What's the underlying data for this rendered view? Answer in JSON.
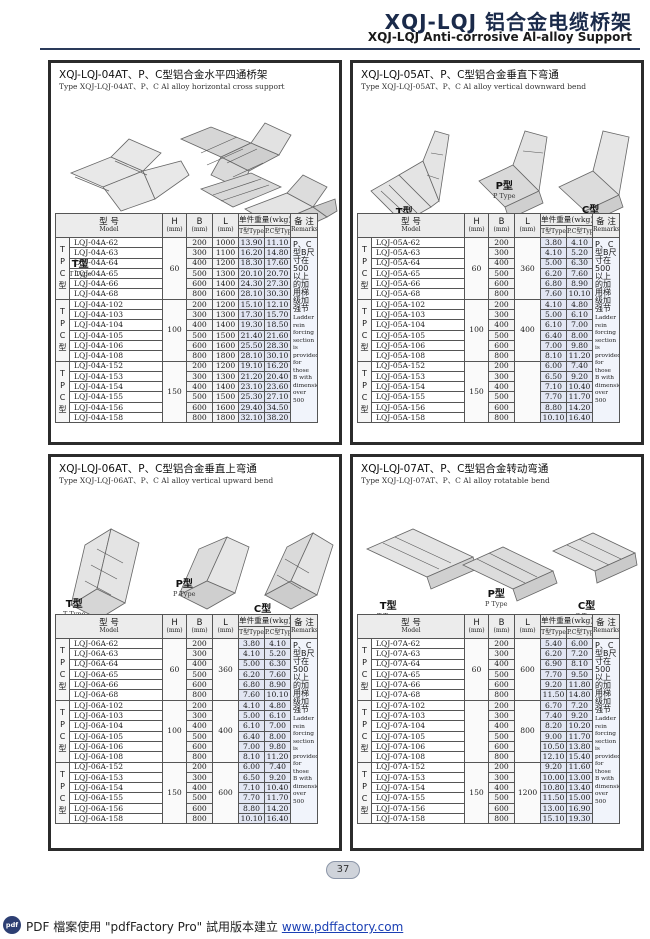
{
  "header": {
    "title_cn": "XQJ-LQJ 铝合金电缆桥架",
    "title_en": "XQJ-LQJ Anti-corrosive Al-alloy Support"
  },
  "columns": {
    "model_cn": "型 号",
    "model_en": "Model",
    "h_cn": "H",
    "h_en": "(mm)",
    "b_cn": "B",
    "b_en": "(mm)",
    "l_cn": "L",
    "l_en": "(mm)",
    "weight_cn": "单件重量(wkg)",
    "t_type": "T型Type",
    "pc_type": "P.C型Type",
    "remarks_cn": "备 注",
    "remarks_en": "Remarks"
  },
  "type_labels": {
    "t_cn": "T型",
    "p_cn": "P型",
    "c_cn": "C型",
    "t_en": "T Type",
    "p_en": "P Type",
    "c_en": "C Type",
    "col_letters": [
      "T",
      "P",
      "C",
      "型"
    ]
  },
  "remarks": {
    "cn": "P、C型B尺寸在500以上的加用梯级加强节",
    "en": "Ladder rein forcing section is provided for those B with dimension over 500"
  },
  "panels": [
    {
      "title": "XQJ-LQJ-04AT、P、C型铝合金水平四通桥架",
      "subtitle": "Type XQJ-LQJ-04AT、P、C Al alloy horizontal cross support",
      "groups": [
        {
          "h": "60",
          "rows": [
            {
              "model": "LQJ-04A-62",
              "b": "200",
              "l": "1000",
              "t": "13.90",
              "pc": "11.10"
            },
            {
              "model": "LQJ-04A-63",
              "b": "300",
              "l": "1100",
              "t": "16.20",
              "pc": "14.80"
            },
            {
              "model": "LQJ-04A-64",
              "b": "400",
              "l": "1200",
              "t": "18.30",
              "pc": "17.60"
            },
            {
              "model": "LQJ-04A-65",
              "b": "500",
              "l": "1300",
              "t": "20.10",
              "pc": "20.70"
            },
            {
              "model": "LQJ-04A-66",
              "b": "600",
              "l": "1400",
              "t": "24.30",
              "pc": "27.30"
            },
            {
              "model": "LQJ-04A-68",
              "b": "800",
              "l": "1600",
              "t": "28.10",
              "pc": "30.30"
            }
          ]
        },
        {
          "h": "100",
          "rows": [
            {
              "model": "LQJ-04A-102",
              "b": "200",
              "l": "1200",
              "t": "15.10",
              "pc": "12.10"
            },
            {
              "model": "LQJ-04A-103",
              "b": "300",
              "l": "1300",
              "t": "17.30",
              "pc": "15.70"
            },
            {
              "model": "LQJ-04A-104",
              "b": "400",
              "l": "1400",
              "t": "19.30",
              "pc": "18.50"
            },
            {
              "model": "LQJ-04A-105",
              "b": "500",
              "l": "1500",
              "t": "21.40",
              "pc": "21.60"
            },
            {
              "model": "LQJ-04A-106",
              "b": "600",
              "l": "1600",
              "t": "25.50",
              "pc": "28.30"
            },
            {
              "model": "LQJ-04A-108",
              "b": "800",
              "l": "1800",
              "t": "28.10",
              "pc": "30.10"
            }
          ]
        },
        {
          "h": "150",
          "rows": [
            {
              "model": "LQJ-04A-152",
              "b": "200",
              "l": "1200",
              "t": "19.10",
              "pc": "16.20"
            },
            {
              "model": "LQJ-04A-153",
              "b": "300",
              "l": "1300",
              "t": "21.20",
              "pc": "20.40"
            },
            {
              "model": "LQJ-04A-154",
              "b": "400",
              "l": "1400",
              "t": "23.10",
              "pc": "23.60"
            },
            {
              "model": "LQJ-04A-155",
              "b": "500",
              "l": "1500",
              "t": "25.30",
              "pc": "27.10"
            },
            {
              "model": "LQJ-04A-156",
              "b": "600",
              "l": "1600",
              "t": "29.40",
              "pc": "34.50"
            },
            {
              "model": "LQJ-04A-158",
              "b": "800",
              "l": "1800",
              "t": "32.10",
              "pc": "38.20"
            }
          ]
        }
      ]
    },
    {
      "title": "XQJ-LQJ-05AT、P、C型铝合金垂直下弯通",
      "subtitle": "Type XQJ-LQJ-05AT、P、C Al alloy vertical downward bend",
      "groups": [
        {
          "h": "60",
          "l": "360",
          "rows": [
            {
              "model": "LQJ-05A-62",
              "b": "200",
              "t": "3.80",
              "pc": "4.10"
            },
            {
              "model": "LQJ-05A-63",
              "b": "300",
              "t": "4.10",
              "pc": "5.20"
            },
            {
              "model": "LQJ-05A-64",
              "b": "400",
              "t": "5.00",
              "pc": "6.30"
            },
            {
              "model": "LQJ-05A-65",
              "b": "500",
              "t": "6.20",
              "pc": "7.60"
            },
            {
              "model": "LQJ-05A-66",
              "b": "600",
              "t": "6.80",
              "pc": "8.90"
            },
            {
              "model": "LQJ-05A-68",
              "b": "800",
              "t": "7.60",
              "pc": "10.10"
            }
          ]
        },
        {
          "h": "100",
          "l": "400",
          "rows": [
            {
              "model": "LQJ-05A-102",
              "b": "200",
              "t": "4.10",
              "pc": "4.80"
            },
            {
              "model": "LQJ-05A-103",
              "b": "300",
              "t": "5.00",
              "pc": "6.10"
            },
            {
              "model": "LQJ-05A-104",
              "b": "400",
              "t": "6.10",
              "pc": "7.00"
            },
            {
              "model": "LQJ-05A-105",
              "b": "500",
              "t": "6.40",
              "pc": "8.00"
            },
            {
              "model": "LQJ-05A-106",
              "b": "600",
              "t": "7.00",
              "pc": "9.80"
            },
            {
              "model": "LQJ-05A-108",
              "b": "800",
              "t": "8.10",
              "pc": "11.20"
            }
          ]
        },
        {
          "h": "150",
          "l": "",
          "rows": [
            {
              "model": "LQJ-05A-152",
              "b": "200",
              "t": "6.00",
              "pc": "7.40"
            },
            {
              "model": "LQJ-05A-153",
              "b": "300",
              "t": "6.50",
              "pc": "9.20"
            },
            {
              "model": "LQJ-05A-154",
              "b": "400",
              "t": "7.10",
              "pc": "10.40"
            },
            {
              "model": "LQJ-05A-155",
              "b": "500",
              "t": "7.70",
              "pc": "11.70"
            },
            {
              "model": "LQJ-05A-156",
              "b": "600",
              "t": "8.80",
              "pc": "14.20"
            },
            {
              "model": "LQJ-05A-158",
              "b": "800",
              "t": "10.10",
              "pc": "16.40"
            }
          ]
        }
      ]
    },
    {
      "title": "XQJ-LQJ-06AT、P、C型铝合金垂直上弯通",
      "subtitle": "Type XQJ-LQJ-06AT、P、C Al alloy vertical upward bend",
      "groups": [
        {
          "h": "60",
          "l": "360",
          "rows": [
            {
              "model": "LQJ-06A-62",
              "b": "200",
              "t": "3.80",
              "pc": "4.10"
            },
            {
              "model": "LQJ-06A-63",
              "b": "300",
              "t": "4.10",
              "pc": "5.20"
            },
            {
              "model": "LQJ-06A-64",
              "b": "400",
              "t": "5.00",
              "pc": "6.30"
            },
            {
              "model": "LQJ-06A-65",
              "b": "500",
              "t": "6.20",
              "pc": "7.60"
            },
            {
              "model": "LQJ-06A-66",
              "b": "600",
              "t": "6.80",
              "pc": "8.90"
            },
            {
              "model": "LQJ-06A-68",
              "b": "800",
              "t": "7.60",
              "pc": "10.10"
            }
          ]
        },
        {
          "h": "100",
          "l": "400",
          "rows": [
            {
              "model": "LQJ-06A-102",
              "b": "200",
              "t": "4.10",
              "pc": "4.80"
            },
            {
              "model": "LQJ-06A-103",
              "b": "300",
              "t": "5.00",
              "pc": "6.10"
            },
            {
              "model": "LQJ-06A-104",
              "b": "400",
              "t": "6.10",
              "pc": "7.00"
            },
            {
              "model": "LQJ-06A-105",
              "b": "500",
              "t": "6.40",
              "pc": "8.00"
            },
            {
              "model": "LQJ-06A-106",
              "b": "600",
              "t": "7.00",
              "pc": "9.80"
            },
            {
              "model": "LQJ-06A-108",
              "b": "800",
              "t": "8.10",
              "pc": "11.20"
            }
          ]
        },
        {
          "h": "150",
          "l": "600",
          "rows": [
            {
              "model": "LQJ-06A-152",
              "b": "200",
              "t": "6.00",
              "pc": "7.40"
            },
            {
              "model": "LQJ-06A-153",
              "b": "300",
              "t": "6.50",
              "pc": "9.20"
            },
            {
              "model": "LQJ-06A-154",
              "b": "400",
              "t": "7.10",
              "pc": "10.40"
            },
            {
              "model": "LQJ-06A-155",
              "b": "500",
              "t": "7.70",
              "pc": "11.70"
            },
            {
              "model": "LQJ-06A-156",
              "b": "600",
              "t": "8.80",
              "pc": "14.20"
            },
            {
              "model": "LQJ-06A-158",
              "b": "800",
              "t": "10.10",
              "pc": "16.40"
            }
          ]
        }
      ]
    },
    {
      "title": "XQJ-LQJ-07AT、P、C型铝合金转动弯通",
      "subtitle": "Type XQJ-LQJ-07AT、P、C Al alloy rotatable bend",
      "groups": [
        {
          "h": "60",
          "l": "600",
          "rows": [
            {
              "model": "LQJ-07A-62",
              "b": "200",
              "t": "5.40",
              "pc": "6.00"
            },
            {
              "model": "LQJ-07A-63",
              "b": "300",
              "t": "6.20",
              "pc": "7.20"
            },
            {
              "model": "LQJ-07A-64",
              "b": "400",
              "t": "6.90",
              "pc": "8.10"
            },
            {
              "model": "LQJ-07A-65",
              "b": "500",
              "t": "7.70",
              "pc": "9.50"
            },
            {
              "model": "LQJ-07A-66",
              "b": "600",
              "t": "9.20",
              "pc": "11.80"
            },
            {
              "model": "LQJ-07A-68",
              "b": "800",
              "t": "11.50",
              "pc": "14.80"
            }
          ]
        },
        {
          "h": "",
          "l": "800",
          "rows": [
            {
              "model": "LQJ-07A-102",
              "b": "200",
              "t": "6.70",
              "pc": "7.20"
            },
            {
              "model": "LQJ-07A-103",
              "b": "300",
              "t": "7.40",
              "pc": "9.20"
            },
            {
              "model": "LQJ-07A-104",
              "b": "400",
              "t": "8.20",
              "pc": "10.20"
            },
            {
              "model": "LQJ-07A-105",
              "b": "500",
              "t": "9.00",
              "pc": "11.70"
            },
            {
              "model": "LQJ-07A-106",
              "b": "600",
              "t": "10.50",
              "pc": "13.80"
            },
            {
              "model": "LQJ-07A-108",
              "b": "800",
              "t": "12.10",
              "pc": "15.40"
            }
          ]
        },
        {
          "h": "150",
          "l": "1200",
          "rows": [
            {
              "model": "LQJ-07A-152",
              "b": "200",
              "t": "9.20",
              "pc": "11.60"
            },
            {
              "model": "LQJ-07A-153",
              "b": "300",
              "t": "10.00",
              "pc": "13.00"
            },
            {
              "model": "LQJ-07A-154",
              "b": "400",
              "t": "10.80",
              "pc": "13.40"
            },
            {
              "model": "LQJ-07A-155",
              "b": "500",
              "t": "11.50",
              "pc": "15.00"
            },
            {
              "model": "LQJ-07A-156",
              "b": "600",
              "t": "13.00",
              "pc": "16.90"
            },
            {
              "model": "LQJ-07A-158",
              "b": "800",
              "t": "15.10",
              "pc": "19.30"
            }
          ]
        }
      ]
    }
  ],
  "page_number": "37",
  "footer": {
    "icon_text": "pdf",
    "text": "PDF 檔案使用 \"pdfFactory Pro\" 試用版本建立 ",
    "link": "www.pdffactory.com"
  },
  "colors": {
    "weight_cell": "#e2e6f3",
    "panel_border": "#2b2b2b",
    "link": "#1a3fb4"
  }
}
